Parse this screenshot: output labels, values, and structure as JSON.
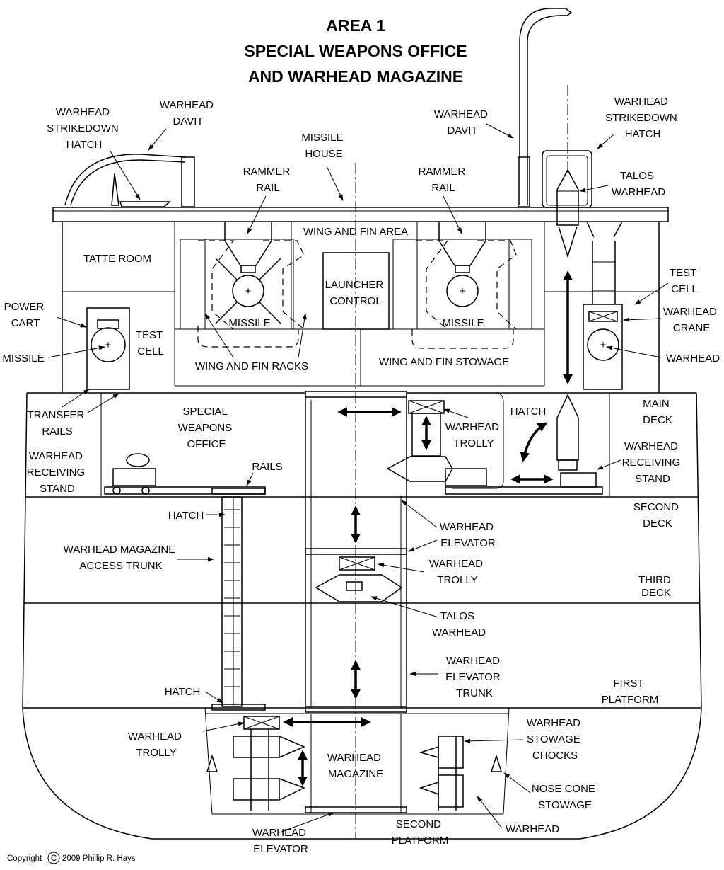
{
  "title": {
    "line1": "AREA 1",
    "line2": "SPECIAL WEAPONS OFFICE",
    "line3": "AND WARHEAD MAGAZINE"
  },
  "labels": {
    "warhead_strikedown_hatch_left": [
      "WARHEAD",
      "STRIKEDOWN",
      "HATCH"
    ],
    "warhead_davit_left": [
      "WARHEAD",
      "DAVIT"
    ],
    "missile_house": [
      "MISSILE",
      "HOUSE"
    ],
    "warhead_davit_right": [
      "WARHEAD",
      "DAVIT"
    ],
    "warhead_strikedown_hatch_right": [
      "WARHEAD",
      "STRIKEDOWN",
      "HATCH"
    ],
    "rammer_rail_left": [
      "RAMMER",
      "RAIL"
    ],
    "rammer_rail_right": [
      "RAMMER",
      "RAIL"
    ],
    "talos_warhead_top": [
      "TALOS",
      "WARHEAD"
    ],
    "wing_and_fin_area": [
      "WING AND FIN AREA"
    ],
    "tatte_room": [
      "TATTE ROOM"
    ],
    "launcher_control": [
      "LAUNCHER",
      "CONTROL"
    ],
    "test_cell_right": [
      "TEST",
      "CELL"
    ],
    "power_cart": [
      "POWER",
      "CART"
    ],
    "test_cell_left": [
      "TEST",
      "CELL"
    ],
    "warhead_crane": [
      "WARHEAD",
      "CRANE"
    ],
    "missile_center_left": [
      "MISSILE"
    ],
    "missile_center_right": [
      "MISSILE"
    ],
    "missile_left": [
      "MISSILE"
    ],
    "warhead_right": [
      "WARHEAD"
    ],
    "wing_and_fin_racks": [
      "WING AND FIN RACKS"
    ],
    "wing_and_fin_stowage": [
      "WING AND FIN STOWAGE"
    ],
    "transfer_rails": [
      "TRANSFER",
      "RAILS"
    ],
    "special_weapons_office": [
      "SPECIAL",
      "WEAPONS",
      "OFFICE"
    ],
    "hatch_main": [
      "HATCH"
    ],
    "main_deck": [
      "MAIN",
      "DECK"
    ],
    "warhead_trolly_upper": [
      "WARHEAD",
      "TROLLY"
    ],
    "warhead_receiving_stand_left": [
      "WARHEAD",
      "RECEIVING",
      "STAND"
    ],
    "rails": [
      "RAILS"
    ],
    "warhead_receiving_stand_right": [
      "WARHEAD",
      "RECEIVING",
      "STAND"
    ],
    "hatch_second": [
      "HATCH"
    ],
    "second_deck": [
      "SECOND",
      "DECK"
    ],
    "warhead_elevator_mid": [
      "WARHEAD",
      "ELEVATOR"
    ],
    "warhead_magazine_access_trunk": [
      "WARHEAD MAGAZINE",
      "ACCESS TRUNK"
    ],
    "warhead_trolly_mid": [
      "WARHEAD",
      "TROLLY"
    ],
    "third_deck": [
      "THIRD",
      "DECK"
    ],
    "talos_warhead_mid": [
      "TALOS",
      "WARHEAD"
    ],
    "warhead_elevator_trunk": [
      "WARHEAD",
      "ELEVATOR",
      "TRUNK"
    ],
    "hatch_lower": [
      "HATCH"
    ],
    "first_platform": [
      "FIRST",
      "PLATFORM"
    ],
    "warhead_trolly_lower": [
      "WARHEAD",
      "TROLLY"
    ],
    "warhead_stowage_chocks": [
      "WARHEAD",
      "STOWAGE",
      "CHOCKS"
    ],
    "warhead_magazine": [
      "WARHEAD",
      "MAGAZINE"
    ],
    "nose_cone_stowage": [
      "NOSE CONE",
      "STOWAGE"
    ],
    "warhead_bottom": [
      "WARHEAD"
    ],
    "warhead_elevator_bottom": [
      "WARHEAD",
      "ELEVATOR"
    ],
    "second_platform": [
      "SECOND",
      "PLATFORM"
    ]
  },
  "copyright": {
    "prefix": "Copyright",
    "symbol": "C",
    "text": "2009 Phillip R. Hays"
  }
}
